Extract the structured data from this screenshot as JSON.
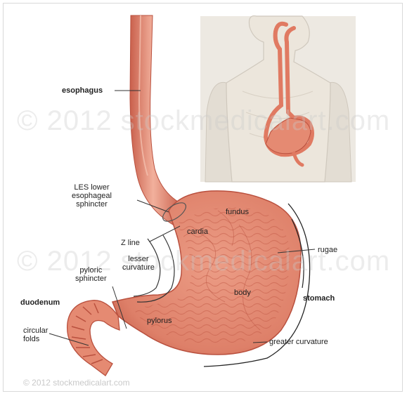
{
  "labels": {
    "esophagus": "esophagus",
    "les": [
      "LES lower",
      "esophageal",
      "sphincter"
    ],
    "fundus": "fundus",
    "cardia": "cardia",
    "z_line": "Z line",
    "lesser_curvature": [
      "lesser",
      "curvature"
    ],
    "rugae": "rugae",
    "pyloric_sphincter": [
      "pyloric",
      "sphincter"
    ],
    "duodenum": "duodenum",
    "stomach": "stomach",
    "body": "body",
    "pylorus": "pylorus",
    "circular_folds": [
      "circular",
      "folds"
    ],
    "greater_curvature": "greater curvature"
  },
  "watermark": {
    "line1": "© 2012 stockmedicalart.com",
    "line2": "© 2012 stockmedicalart.com"
  },
  "copyright": "© 2012 stockmedicalart.com",
  "colors": {
    "tissue": "#e8917a",
    "tissue_dark": "#c9604c",
    "inset_bg": "#ebe7e0",
    "body_outline": "#cfc8bd"
  }
}
